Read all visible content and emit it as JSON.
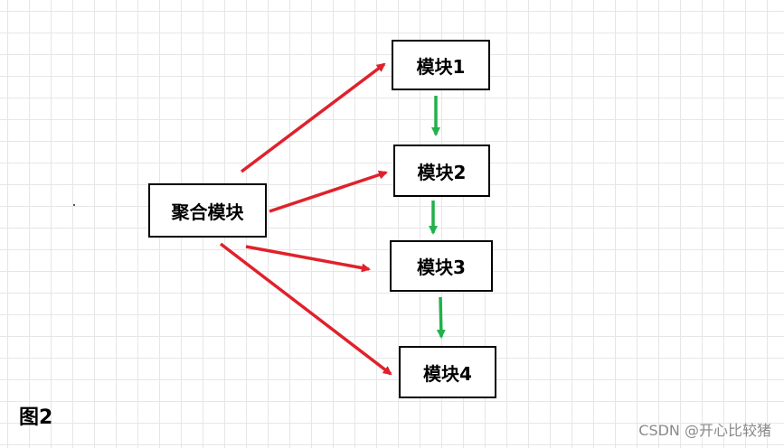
{
  "diagram": {
    "source_node": "聚合模块",
    "target_nodes": [
      "模块1",
      "模块2",
      "模块3",
      "模块4"
    ],
    "edges": [
      {
        "from": "聚合模块",
        "to": "模块1",
        "color": "#e0212b"
      },
      {
        "from": "聚合模块",
        "to": "模块2",
        "color": "#e0212b"
      },
      {
        "from": "聚合模块",
        "to": "模块3",
        "color": "#e0212b"
      },
      {
        "from": "聚合模块",
        "to": "模块4",
        "color": "#e0212b"
      },
      {
        "from": "模块1",
        "to": "模块2",
        "color": "#22b14c"
      },
      {
        "from": "模块2",
        "to": "模块3",
        "color": "#22b14c"
      },
      {
        "from": "模块3",
        "to": "模块4",
        "color": "#22b14c"
      }
    ]
  },
  "figure_label": "图2",
  "watermark": "CSDN @开心比较猪",
  "colors": {
    "fanout_arrow": "#e0212b",
    "chain_arrow": "#22b14c",
    "grid_line": "#e6e6e6",
    "border": "#000000"
  }
}
